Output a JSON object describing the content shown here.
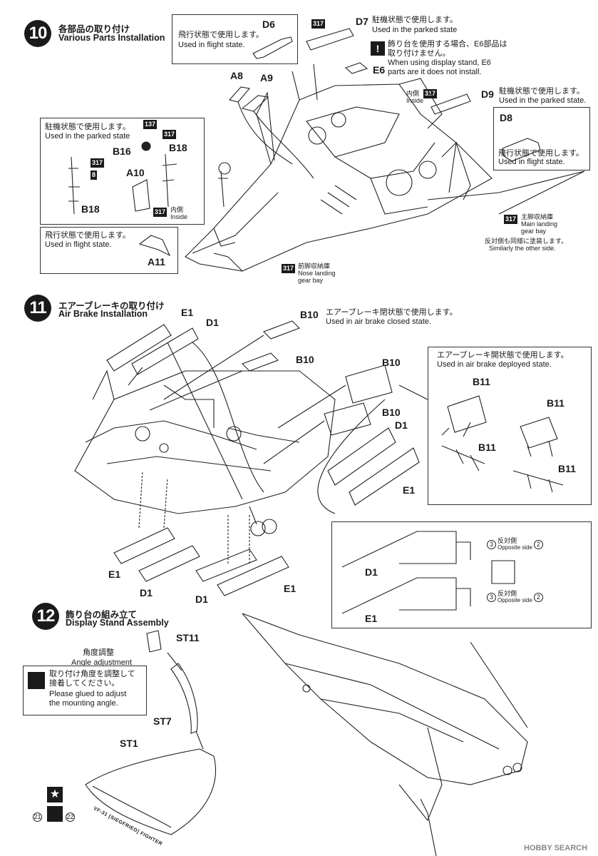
{
  "step10": {
    "number": "10",
    "title_jp": "各部品の取り付け",
    "title_en": "Various Parts Installation",
    "d6_box": {
      "part": "D6",
      "jp": "飛行状態で使用します。",
      "en": "Used in flight state."
    },
    "d7": {
      "part": "D7",
      "paint": "317",
      "jp": "駐機状態で使用します。",
      "en": "Used in the parked state"
    },
    "e6_note": {
      "part": "E6",
      "jp1": "飾り台を使用する場合、E6部品は",
      "jp2": "取り付けません。",
      "en1": "When using display stand, E6",
      "en2": "parts are it does not install."
    },
    "a8": "A8",
    "a9": "A9",
    "d9": {
      "part": "D9",
      "paint": "317",
      "inside_jp": "内側",
      "inside_en": "Inside",
      "jp": "駐機状態で使用します。",
      "en": "Used in the parked state."
    },
    "d8_box": {
      "part": "D8",
      "jp": "飛行状態で使用します。",
      "en": "Used in flight state."
    },
    "parked_box": {
      "jp": "駐機状態で使用します。",
      "en": "Used in the parked state",
      "paint_137": "137",
      "paint_317": "317",
      "paint_8": "8",
      "b16": "B16",
      "b18": "B18",
      "a10": "A10",
      "b18_b": "B18",
      "inside_jp": "内側",
      "inside_en": "Inside"
    },
    "flight_box": {
      "jp": "飛行状態で使用します。",
      "en": "Used in flight state.",
      "part": "A11"
    },
    "main_gear": {
      "paint": "317",
      "jp": "主脚収納庫",
      "en1": "Main landing",
      "en2": "gear bay",
      "note_jp": "反対側も同様に塗装します。",
      "note_en": "Similarly the other side."
    },
    "nose_gear": {
      "paint": "317",
      "jp": "前脚収納庫",
      "en1": "Nose landing",
      "en2": "gear bay"
    }
  },
  "step11": {
    "number": "11",
    "title_jp": "エアーブレーキの取り付け",
    "title_en": "Air Brake Installation",
    "b10_closed": {
      "part": "B10",
      "jp": "エアーブレーキ閉状態で使用します。",
      "en": "Used in air brake closed state."
    },
    "deployed_box": {
      "jp": "エアーブレーキ開状態で使用します。",
      "en": "Used in air brake deployed state.",
      "parts": [
        "B11",
        "B11",
        "B11",
        "B11"
      ]
    },
    "labels": {
      "e1": "E1",
      "d1": "D1",
      "b10": "B10"
    },
    "side_box": {
      "d1": "D1",
      "e1": "E1",
      "num3": "3",
      "num2": "2",
      "jp": "反対側",
      "en": "Opposite side"
    }
  },
  "step12": {
    "number": "12",
    "title_jp": "飾り台の組み立て",
    "title_en": "Display Stand Assembly",
    "angle_jp": "角度調整",
    "angle_en": "Angle adjustment",
    "note": {
      "jp1": "取り付け角度を調整して",
      "jp2": "接着してください。",
      "en1": "Please glued to adjust",
      "en2": "the mounting angle."
    },
    "parts": {
      "st11": "ST11",
      "st7": "ST7",
      "st1": "ST1"
    },
    "stand_text": "VF-31 [SIEGFRIED] FIGHTER",
    "decal_21": "21",
    "decal_22": "22"
  },
  "watermark": "HOBBY SEARCH"
}
